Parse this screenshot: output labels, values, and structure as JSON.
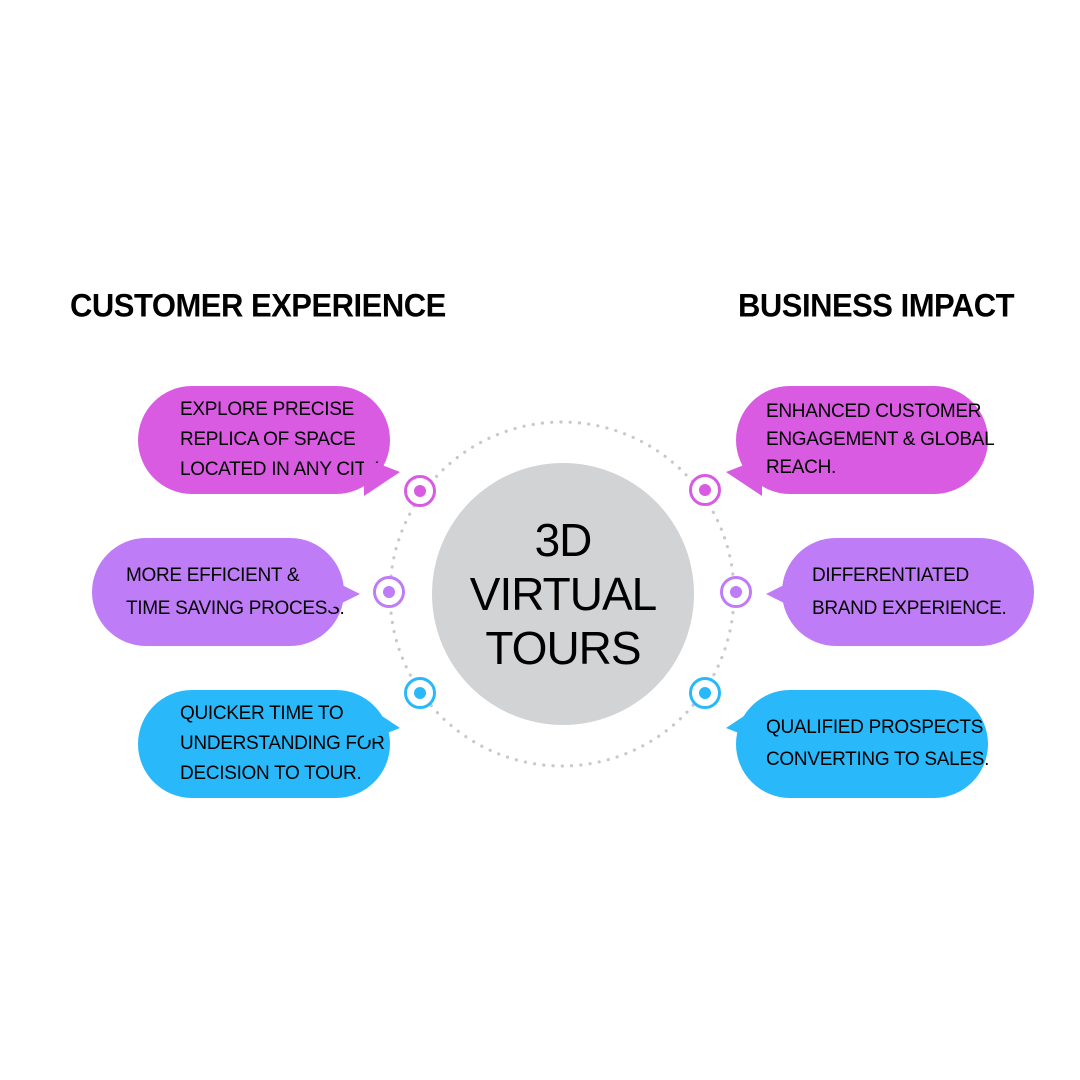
{
  "headings": {
    "left": "CUSTOMER EXPERIENCE",
    "right": "BUSINESS IMPACT"
  },
  "center": {
    "lines": [
      "3D",
      "VIRTUAL",
      "TOURS"
    ]
  },
  "colors": {
    "magenta": "#d95be2",
    "violet": "#bf7cf7",
    "cyan": "#29b9fb",
    "hub": "#d2d3d5",
    "ring_dots": "#c9c9cc"
  },
  "customer_experience": [
    {
      "lines": [
        "EXPLORE PRECISE",
        "REPLICA OF SPACE",
        "LOCATED IN ANY CITY."
      ]
    },
    {
      "lines": [
        "MORE EFFICIENT &",
        "TIME SAVING PROCESS."
      ]
    },
    {
      "lines": [
        "QUICKER TIME TO",
        "UNDERSTANDING FOR",
        "DECISION TO TOUR."
      ]
    }
  ],
  "business_impact": [
    {
      "lines": [
        "ENHANCED CUSTOMER",
        "ENGAGEMENT & GLOBAL",
        "REACH."
      ]
    },
    {
      "lines": [
        "DIFFERENTIATED",
        "BRAND EXPERIENCE."
      ]
    },
    {
      "lines": [
        "QUALIFIED PROSPECTS",
        "CONVERTING TO SALES."
      ]
    }
  ]
}
